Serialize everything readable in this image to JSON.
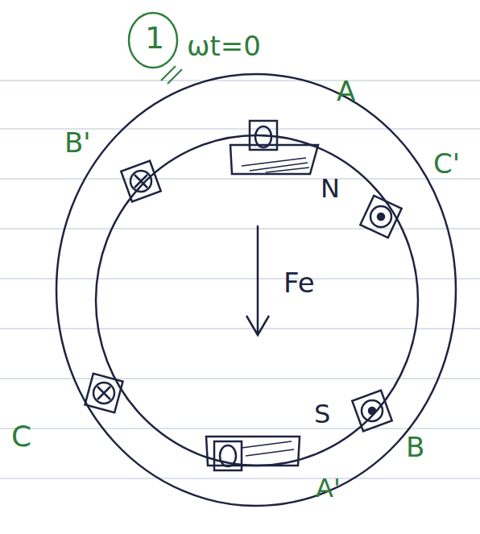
{
  "diagram": {
    "labels": [
      "1",
      "ωt=0",
      "A",
      "B'",
      "C'",
      "N",
      "Fe",
      "C",
      "S",
      "B",
      "A'"
    ]
  }
}
